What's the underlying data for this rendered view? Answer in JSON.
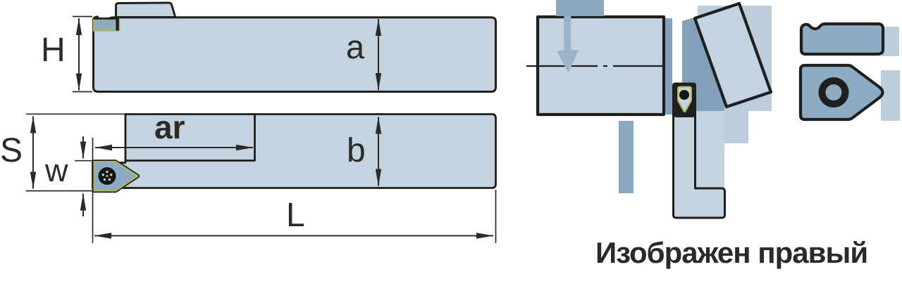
{
  "figure": {
    "caption": "Изображен правый",
    "dimensions": {
      "H": "H",
      "a": "a",
      "S": "S",
      "w": "w",
      "ar": "ar",
      "b": "b",
      "L": "L"
    }
  },
  "colors": {
    "background": "#ffffff",
    "body_fill": "#c3d3df",
    "insert_fill": "#8dabc3",
    "shadow_steel": "#8ba7c0",
    "shadow_dark": "#84a1bb",
    "shadow_light": "#bccddc",
    "arrow_fill": "#9db3c9",
    "screw_fill": "#161613",
    "screw_dot": "#c2d2de",
    "outline": "#1f1f1d",
    "dimension_color": "#2b2a27"
  }
}
